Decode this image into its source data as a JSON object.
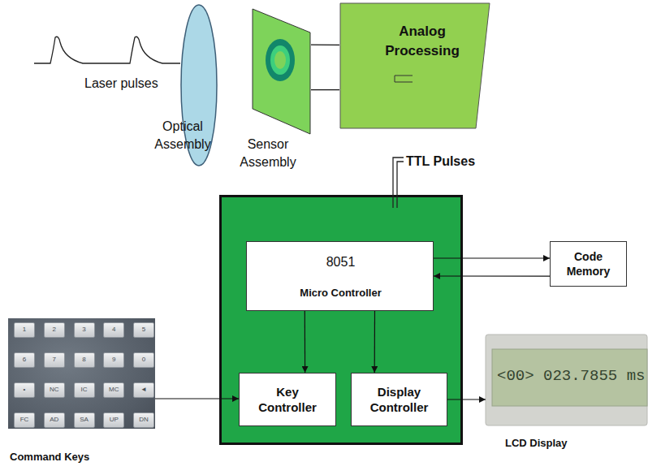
{
  "diagram": {
    "nodes": [
      {
        "text": [
          "Optical Assembly"
        ]
      },
      {
        "text": [
          "Sensor Assembly"
        ]
      },
      {
        "text": [
          "Analog Processing"
        ]
      },
      {
        "text": []
      },
      {
        "text": [
          "8051",
          "Micro Controller"
        ],
        "in": 3
      },
      {
        "text": [
          "Code Memory"
        ]
      },
      {
        "text": [
          "Command Keys"
        ]
      },
      {
        "text": [
          "1"
        ],
        "in": 6
      },
      {
        "text": [
          "2"
        ],
        "in": 6
      },
      {
        "text": [
          "3"
        ],
        "in": 6
      },
      {
        "text": [
          "4"
        ],
        "in": 6
      },
      {
        "text": [
          "5"
        ],
        "in": 6
      },
      {
        "text": [
          "6"
        ],
        "in": 6
      },
      {
        "text": [
          "7"
        ],
        "in": 6
      },
      {
        "text": [
          "8"
        ],
        "in": 6
      },
      {
        "text": [
          "9"
        ],
        "in": 6
      },
      {
        "text": [
          "0"
        ],
        "in": 6
      },
      {
        "text": [
          "•"
        ],
        "in": 6
      },
      {
        "text": [
          "NC"
        ],
        "in": 6
      },
      {
        "text": [
          "IC"
        ],
        "in": 6
      },
      {
        "text": [
          "MC"
        ],
        "in": 6
      },
      {
        "text": [
          "◄"
        ],
        "in": 6
      },
      {
        "text": [
          "FC"
        ],
        "in": 6
      },
      {
        "text": [
          "AD"
        ],
        "in": 6
      },
      {
        "text": [
          "SA"
        ],
        "in": 6
      },
      {
        "text": [
          "UP"
        ],
        "in": 6
      },
      {
        "text": [
          "DN"
        ],
        "in": 6
      },
      {
        "text": [
          "Key Controller"
        ],
        "in": 3
      },
      {
        "text": [
          "Display Controller"
        ],
        "in": 3
      },
      {
        "text": [
          "<00> 023.7855 ms",
          "LCD Display"
        ]
      }
    ],
    "edges": [
      {
        "from": 1,
        "to": 2,
        "arrow": "none"
      },
      {
        "from": 1,
        "to": 2,
        "arrow": "none"
      },
      {
        "from": 4,
        "to": 5,
        "arrow": "to"
      },
      {
        "from": 5,
        "to": 4,
        "arrow": "to"
      },
      {
        "from": 4,
        "to": 27,
        "arrow": "to"
      },
      {
        "from": 4,
        "to": 28,
        "arrow": "to"
      },
      {
        "from": 6,
        "to": 27,
        "arrow": "to"
      },
      {
        "from": 28,
        "to": 29,
        "arrow": "to"
      }
    ],
    "labels": [
      "Laser pulses",
      "TTL Pulses"
    ]
  }
}
